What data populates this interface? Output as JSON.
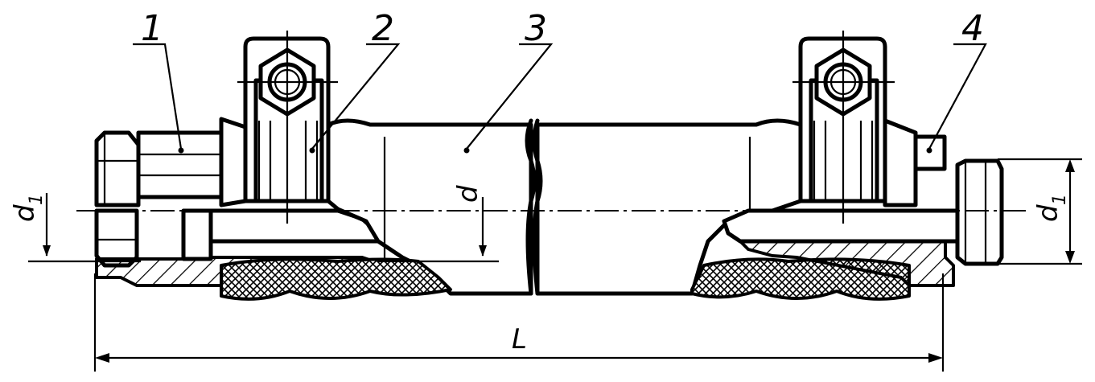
{
  "callouts": {
    "c1": "1",
    "c2": "2",
    "c3": "3",
    "c4": "4"
  },
  "dimensions": {
    "left_d1": "d",
    "left_d1_sub": "1",
    "d": "d",
    "right_d1": "d",
    "right_d1_sub": "1",
    "length": "L"
  },
  "colors": {
    "line": "#000000",
    "background": "#ffffff"
  }
}
